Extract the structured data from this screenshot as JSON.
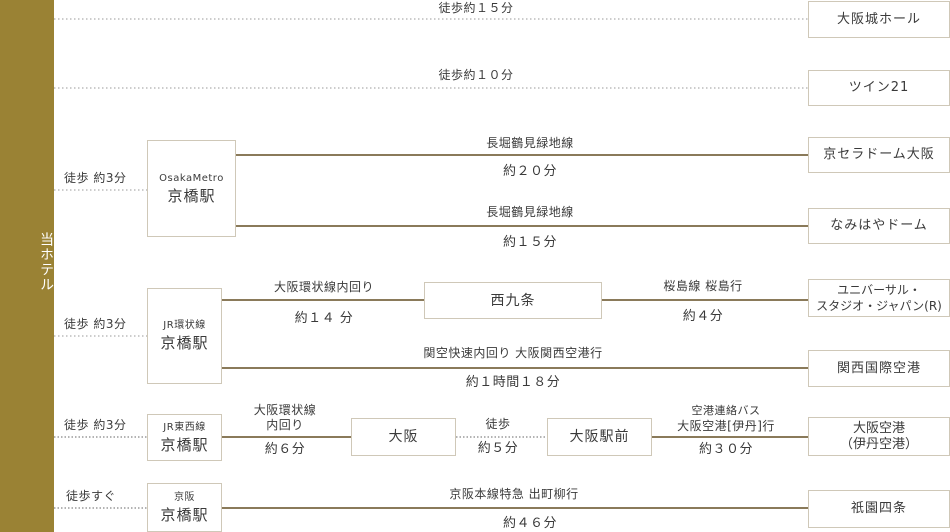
{
  "hotel": {
    "label": "当ホテル"
  },
  "colors": {
    "gold": "#9a8234",
    "line": "#8a7a5a",
    "dotted": "#8a8a8a",
    "border": "#cfc8b8"
  },
  "routes": {
    "r1": {
      "walk": "徒歩約１５分",
      "dest": "大阪城ホール"
    },
    "r2": {
      "walk": "徒歩約１０分",
      "dest": "ツイン21"
    },
    "osaka_metro": {
      "walk": "徒歩 約3分",
      "station_sub": "OsakaMetro",
      "station": "京橋駅",
      "line_a": "長堀鶴見緑地線",
      "time_a": "約２０分",
      "dest_a": "京セラドーム大阪",
      "line_b": "長堀鶴見緑地線",
      "time_b": "約１５分",
      "dest_b": "なみはやドーム"
    },
    "jr_loop": {
      "walk": "徒歩 約3分",
      "station_sub": "JR環状線",
      "station": "京橋駅",
      "line_a": "大阪環状線内回り",
      "time_a": "約１４ 分",
      "transfer": "西九条",
      "line_a2": "桜島線 桜島行",
      "time_a2": "約４分",
      "dest_a_1": "ユニバーサル・",
      "dest_a_2": "スタジオ・ジャパン(R)",
      "line_b": "関空快速内回り 大阪関西空港行",
      "time_b": "約１時間１８分",
      "dest_b": "関西国際空港"
    },
    "jr_tozai": {
      "walk": "徒歩 約3分",
      "station_sub": "JR東西線",
      "station": "京橋駅",
      "line_1": "大阪環状線",
      "line_2": "内回り",
      "time_1": "約６分",
      "transfer_1": "大阪",
      "walk_label": "徒歩",
      "walk_time": "約５分",
      "transfer_2": "大阪駅前",
      "bus_1": "空港連絡バス",
      "bus_2": "大阪空港[伊丹]行",
      "bus_time": "約３０分",
      "dest_1": "大阪空港",
      "dest_2": "（伊丹空港）"
    },
    "keihan": {
      "walk": "徒歩すぐ",
      "station_sub": "京阪",
      "station": "京橋駅",
      "line": "京阪本線特急 出町柳行",
      "time": "約４６分",
      "dest": "祇園四条"
    }
  }
}
